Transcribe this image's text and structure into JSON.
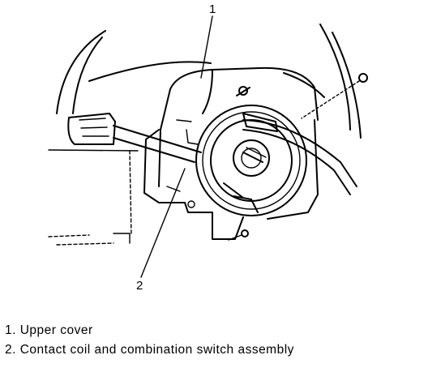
{
  "diagram": {
    "callouts": [
      {
        "id": "1",
        "label": "1"
      },
      {
        "id": "2",
        "label": "2"
      }
    ],
    "legend": [
      {
        "text": "1. Upper cover"
      },
      {
        "text": "2. Contact coil and combination switch assembly"
      }
    ]
  }
}
